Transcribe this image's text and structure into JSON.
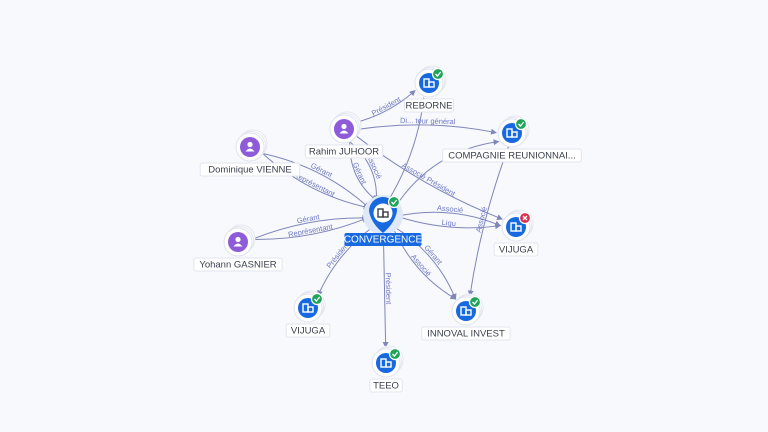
{
  "colors": {
    "company": "#1769e0",
    "person": "#8e5cd9",
    "edge": "#7f86b8",
    "edge_label": "#6f77c4",
    "status_active": "#22a35a",
    "status_closed": "#d9304f"
  },
  "icons": {
    "company": "building-icon",
    "person": "person-icon",
    "active": "check-badge-icon",
    "closed": "cross-badge-icon"
  },
  "nodes": [
    {
      "id": "convergence",
      "label": "CONVERGENCE",
      "kind": "company",
      "status": "active",
      "center": true
    },
    {
      "id": "reborne",
      "label": "REBORNE",
      "kind": "company",
      "status": "active"
    },
    {
      "id": "rahim",
      "label": "Rahim JUHOOR",
      "kind": "person"
    },
    {
      "id": "dominique",
      "label": "Dominique VIENNE",
      "kind": "person"
    },
    {
      "id": "compagnie",
      "label": "COMPAGNIE REUNIONNAI...",
      "kind": "company",
      "status": "active"
    },
    {
      "id": "vijuga_right",
      "label": "VIJUGA",
      "kind": "company",
      "status": "closed"
    },
    {
      "id": "yohann",
      "label": "Yohann GASNIER",
      "kind": "person"
    },
    {
      "id": "vijuga_left",
      "label": "VIJUGA",
      "kind": "company",
      "status": "active"
    },
    {
      "id": "innoval",
      "label": "INNOVAL INVEST",
      "kind": "company",
      "status": "active"
    },
    {
      "id": "teeo",
      "label": "TEEO",
      "kind": "company",
      "status": "active"
    }
  ],
  "edges": [
    {
      "from": "rahim",
      "to": "compagnie",
      "label": "Di... teur général"
    },
    {
      "from": "rahim",
      "to": "reborne",
      "label": "Président"
    },
    {
      "from": "rahim",
      "to": "vijuga_right",
      "label": "Associé Président"
    },
    {
      "from": "rahim",
      "to": "convergence",
      "label": "Gérant"
    },
    {
      "from": "rahim",
      "to": "convergence",
      "label": "Associé"
    },
    {
      "from": "dominique",
      "to": "convergence",
      "label": "Gérant"
    },
    {
      "from": "dominique",
      "to": "convergence",
      "label": "Représentant"
    },
    {
      "from": "yohann",
      "to": "convergence",
      "label": "Gérant"
    },
    {
      "from": "yohann",
      "to": "convergence",
      "label": "Représentant"
    },
    {
      "from": "convergence",
      "to": "vijuga_right",
      "label": "Associé"
    },
    {
      "from": "convergence",
      "to": "vijuga_left",
      "label": "Président"
    },
    {
      "from": "convergence",
      "to": "teeo",
      "label": "Président"
    },
    {
      "from": "convergence",
      "to": "innoval",
      "label": "Gérant"
    },
    {
      "from": "convergence",
      "to": "innoval",
      "label": "Associé"
    },
    {
      "from": "compagnie",
      "to": "innoval",
      "label": "Associé"
    },
    {
      "from": "convergence",
      "to": "compagnie",
      "label": ""
    },
    {
      "from": "convergence",
      "to": "reborne",
      "label": ""
    },
    {
      "from": "convergence",
      "to": "vijuga_right",
      "label": "Liqu"
    }
  ]
}
